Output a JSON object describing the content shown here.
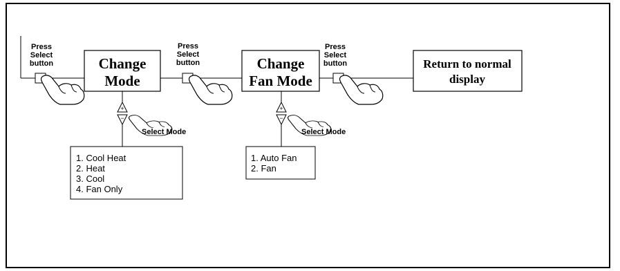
{
  "press_select": [
    {
      "lines": [
        "Press",
        "Select",
        "button"
      ]
    },
    {
      "lines": [
        "Press",
        "Select",
        "button"
      ]
    },
    {
      "lines": [
        "Press",
        "Select",
        "button"
      ]
    }
  ],
  "steps": [
    {
      "lines": [
        "Change",
        "Mode"
      ]
    },
    {
      "lines": [
        "Change",
        "Fan Mode"
      ]
    },
    {
      "lines": [
        "Return to normal",
        "display"
      ]
    }
  ],
  "select_mode": [
    "Select Mode",
    "Select Mode"
  ],
  "arrow_glyphs": {
    "up": "+",
    "down": "−"
  },
  "options": {
    "mode": [
      "1. Cool Heat",
      "2. Heat",
      "3. Cool",
      "4. Fan Only"
    ],
    "fan": [
      "1. Auto Fan",
      "2. Fan"
    ]
  },
  "icons": [
    "hand-pointer-icon",
    "up-arrow-icon",
    "down-arrow-icon"
  ]
}
